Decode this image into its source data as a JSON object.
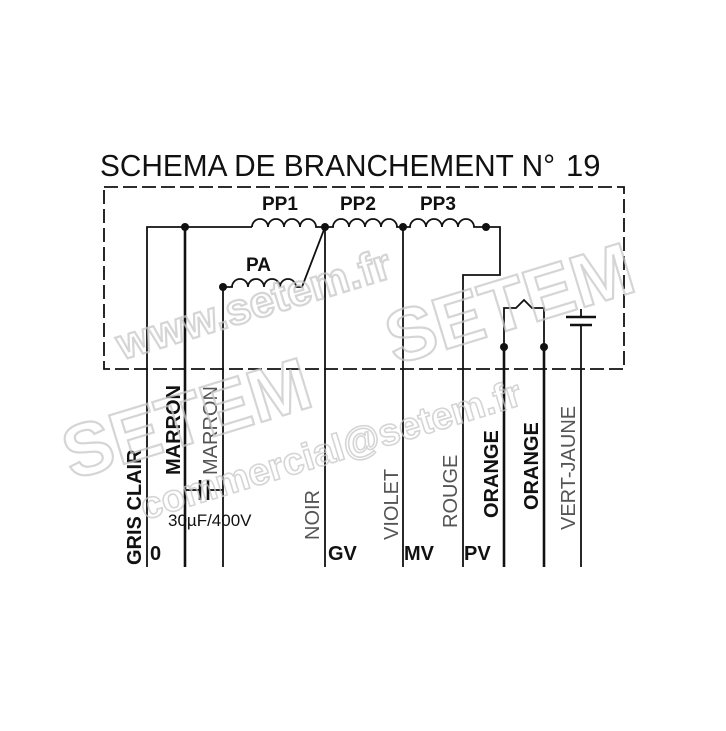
{
  "title": "SCHEMA DE BRANCHEMENT N°",
  "number": "19",
  "windings": {
    "pp1": "PP1",
    "pp2": "PP2",
    "pp3": "PP3",
    "pa": "PA"
  },
  "capacitor": "30µF/400V",
  "wires": [
    {
      "color": "GRIS CLAIR",
      "terminal": "0"
    },
    {
      "color": "MARRON",
      "terminal": ""
    },
    {
      "color": "MARRON",
      "terminal": ""
    },
    {
      "color": "NOIR",
      "terminal": "GV"
    },
    {
      "color": "VIOLET",
      "terminal": "MV"
    },
    {
      "color": "ROUGE",
      "terminal": "PV"
    },
    {
      "color": "ORANGE",
      "terminal": ""
    },
    {
      "color": "ORANGE",
      "terminal": ""
    },
    {
      "color": "VERT-JAUNE",
      "terminal": ""
    }
  ],
  "watermarks": {
    "site": "www.setem.fr",
    "brand": "SETEM",
    "email": "commercial@setem.fr"
  }
}
